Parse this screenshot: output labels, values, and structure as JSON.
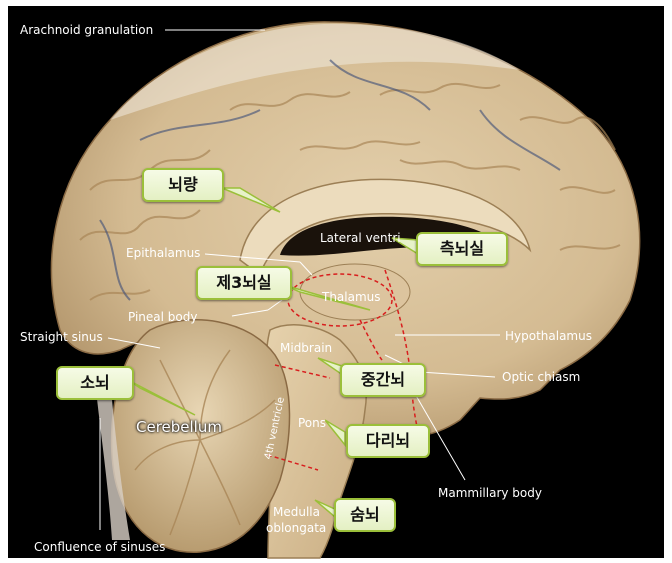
{
  "labels": {
    "arachnoid_granulation": "Arachnoid granulation",
    "epithalamus": "Epithalamus",
    "lateral_ventricle": "Lateral ventri",
    "thalamus": "Thalamus",
    "pineal_body": "Pineal body",
    "straight_sinus": "Straight sinus",
    "hypothalamus": "Hypothalamus",
    "midbrain": "Midbrain",
    "optic_chiasm": "Optic chiasm",
    "cerebellum": "Cerebellum",
    "fourth_ventricle": "4th ventricle",
    "pons": "Pons",
    "mammillary_body": "Mammillary body",
    "medulla_line1": "Medulla",
    "medulla_line2": "oblongata",
    "confluence_of_sinuses": "Confluence of sinuses"
  },
  "callouts": {
    "corpus_callosum": "뇌량",
    "lateral_ventricle": "측뇌실",
    "third_ventricle": "제3뇌실",
    "cerebellum": "소뇌",
    "diencephalon": "중간뇌",
    "pons": "다리뇌",
    "medulla": "숨뇌"
  },
  "colors": {
    "background": "#000000",
    "tissue": "#d9c29c",
    "cortex": "#cdb48c",
    "callout_fill": "#eef6d6",
    "callout_border": "#9bbf3a",
    "dashed": "#d81e1e"
  }
}
